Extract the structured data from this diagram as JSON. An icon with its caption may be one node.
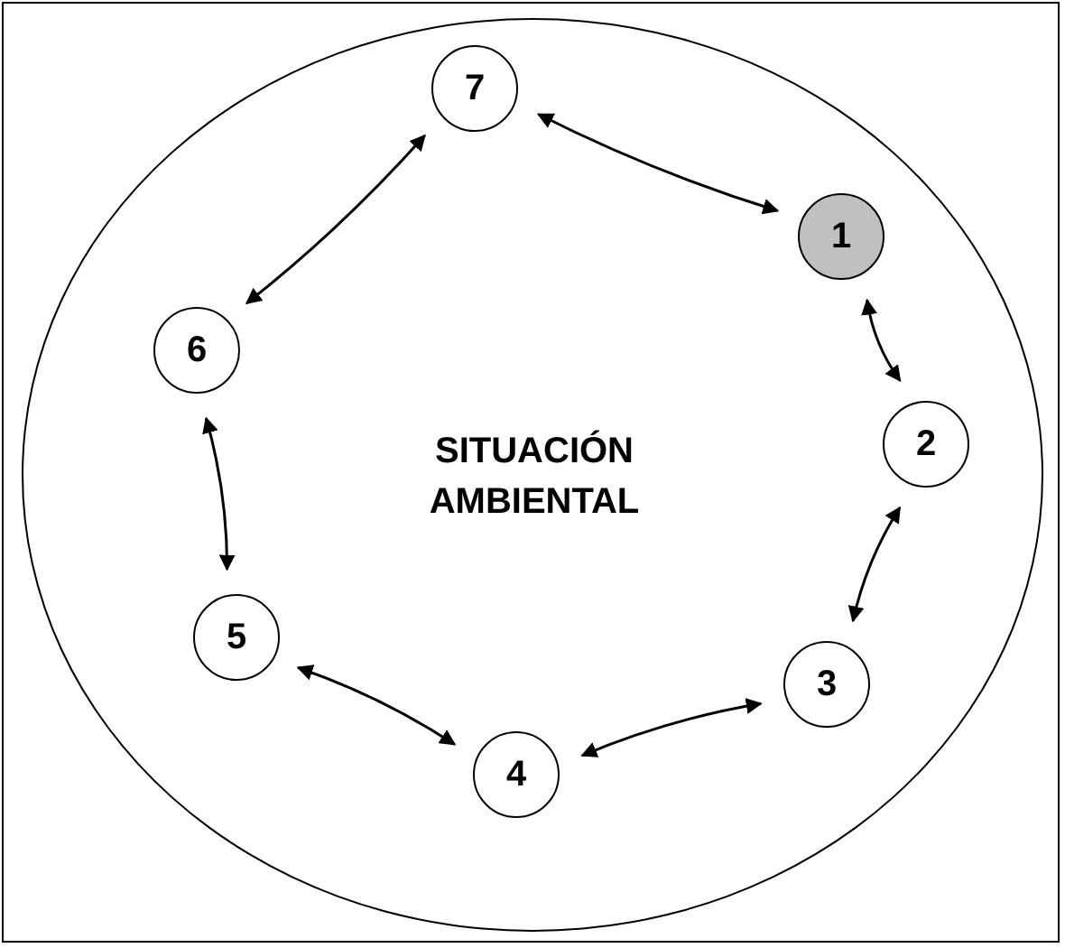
{
  "diagram": {
    "nodes": [
      {
        "text": [
          "SITUACIÓN AMBIENTAL"
        ]
      },
      {
        "text": [
          "1"
        ],
        "in": 0
      },
      {
        "text": [
          "2"
        ],
        "in": 0
      },
      {
        "text": [
          "3"
        ],
        "in": 0
      },
      {
        "text": [
          "4"
        ],
        "in": 0
      },
      {
        "text": [
          "5"
        ],
        "in": 0
      },
      {
        "text": [
          "6"
        ],
        "in": 0
      },
      {
        "text": [
          "7"
        ],
        "in": 0
      }
    ],
    "edges": [
      {
        "from": 7,
        "to": 1,
        "arrow": "both"
      },
      {
        "from": 1,
        "to": 2,
        "arrow": "both"
      },
      {
        "from": 2,
        "to": 3,
        "arrow": "both"
      },
      {
        "from": 3,
        "to": 4,
        "arrow": "both"
      },
      {
        "from": 4,
        "to": 5,
        "arrow": "both"
      },
      {
        "from": 5,
        "to": 6,
        "arrow": "both"
      },
      {
        "from": 6,
        "to": 7,
        "arrow": "both"
      }
    ]
  }
}
